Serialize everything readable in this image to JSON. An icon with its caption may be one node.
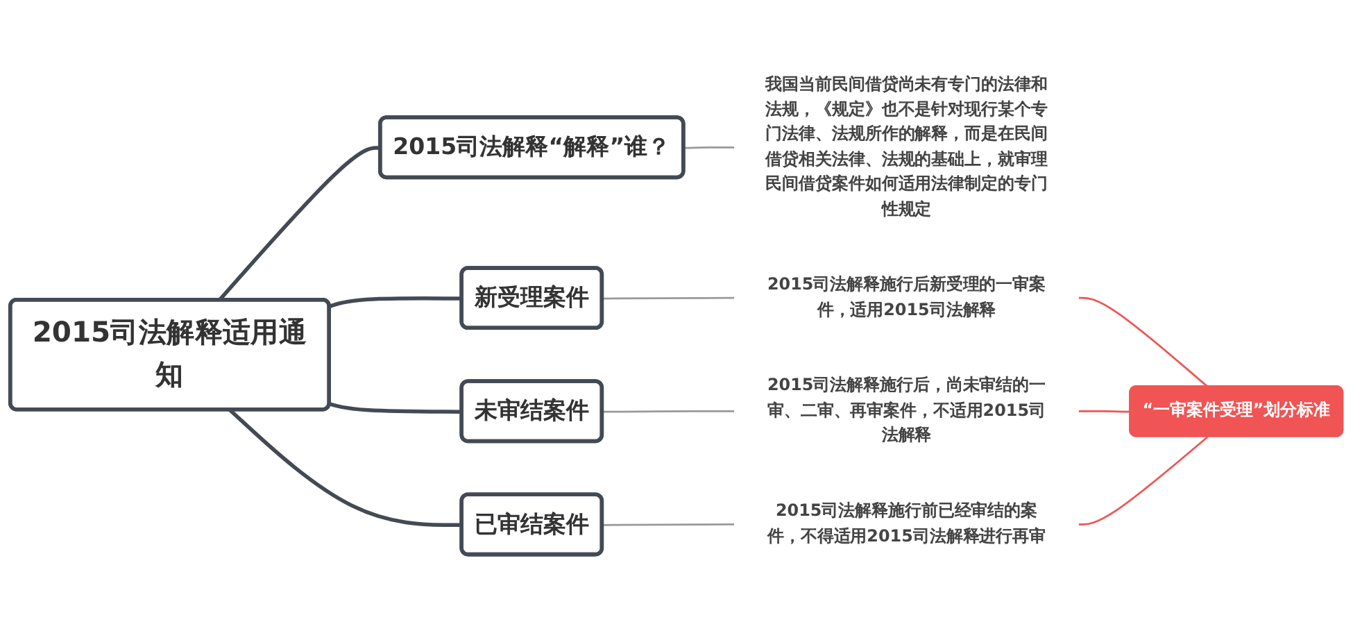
{
  "diagram": {
    "nodes": [
      {
        "text": [
          "2015司法解释适用通知"
        ]
      },
      {
        "text": [
          "2015司法解释“解释”谁？"
        ]
      },
      {
        "text": [
          "新受理案件"
        ]
      },
      {
        "text": [
          "未审结案件"
        ]
      },
      {
        "text": [
          "已审结案件"
        ]
      },
      {
        "text": [
          "我国当前民间借贷尚未有专门的法律和法规，《规定》也不是针对现行某个专门法律、法规所作的解释，而是在民间借贷相关法律、法规的基础上，就审理民间借贷案件如何适用法律制定的专门性规定"
        ]
      },
      {
        "text": [
          "2015司法解释施行后新受理的一审案件，适用2015司法解释"
        ]
      },
      {
        "text": [
          "2015司法解释施行后，尚未审结的一审、二审、再审案件，不适用2015司法解释"
        ]
      },
      {
        "text": [
          "2015司法解释施行前已经审结的案件，不得适用2015司法解释进行再审"
        ]
      },
      {
        "text": [
          "“一审案件受理”划分标准"
        ]
      }
    ],
    "edges": [
      {
        "from": 0,
        "to": 1,
        "arrow": "none"
      },
      {
        "from": 0,
        "to": 2,
        "arrow": "none"
      },
      {
        "from": 0,
        "to": 3,
        "arrow": "none"
      },
      {
        "from": 0,
        "to": 4,
        "arrow": "none"
      },
      {
        "from": 1,
        "to": 5,
        "arrow": "none",
        "color": "#999999"
      },
      {
        "from": 2,
        "to": 6,
        "arrow": "none",
        "color": "#999999"
      },
      {
        "from": 3,
        "to": 7,
        "arrow": "none",
        "color": "#999999"
      },
      {
        "from": 4,
        "to": 8,
        "arrow": "none",
        "color": "#999999"
      },
      {
        "from": 6,
        "to": 9,
        "arrow": "none",
        "color": "#f05454"
      },
      {
        "from": 7,
        "to": 9,
        "arrow": "none",
        "color": "#f05454"
      },
      {
        "from": 8,
        "to": 9,
        "arrow": "none",
        "color": "#f05454"
      }
    ]
  }
}
